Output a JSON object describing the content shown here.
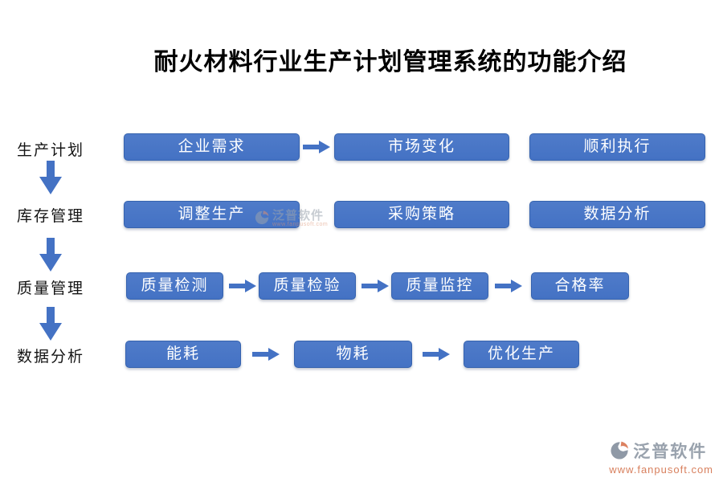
{
  "title": "耐火材料行业生产计划管理系统的功能介绍",
  "sidebar": {
    "labels": [
      "生产计划",
      "库存管理",
      "质量管理",
      "数据分析"
    ]
  },
  "rows": [
    {
      "items": [
        "企业需求",
        "市场变化",
        "顺利执行"
      ]
    },
    {
      "items": [
        "调整生产",
        "采购策略",
        "数据分析"
      ]
    },
    {
      "items": [
        "质量检测",
        "质量检验",
        "质量监控",
        "合格率"
      ]
    },
    {
      "items": [
        "能耗",
        "物耗",
        "优化生产"
      ]
    }
  ],
  "watermark": {
    "brand": "泛普软件",
    "url": "www.fanpusoft.com"
  },
  "logo": {
    "brand": "泛普软件",
    "url": "www.fanpusoft.com"
  },
  "icons": {
    "flow_arrow_right": "right-arrow-icon",
    "flow_arrow_down": "down-arrow-icon",
    "brand_mark": "fanpu-logo-icon"
  },
  "colors": {
    "box_fill": "#4472C4",
    "box_border": "#3663AE",
    "arrow_fill": "#4472C4",
    "title_text": "#000000",
    "label_text": "#141414",
    "box_text": "#FFFFFF",
    "logo_gray": "#99A2AD",
    "logo_orange": "#D8805E"
  }
}
